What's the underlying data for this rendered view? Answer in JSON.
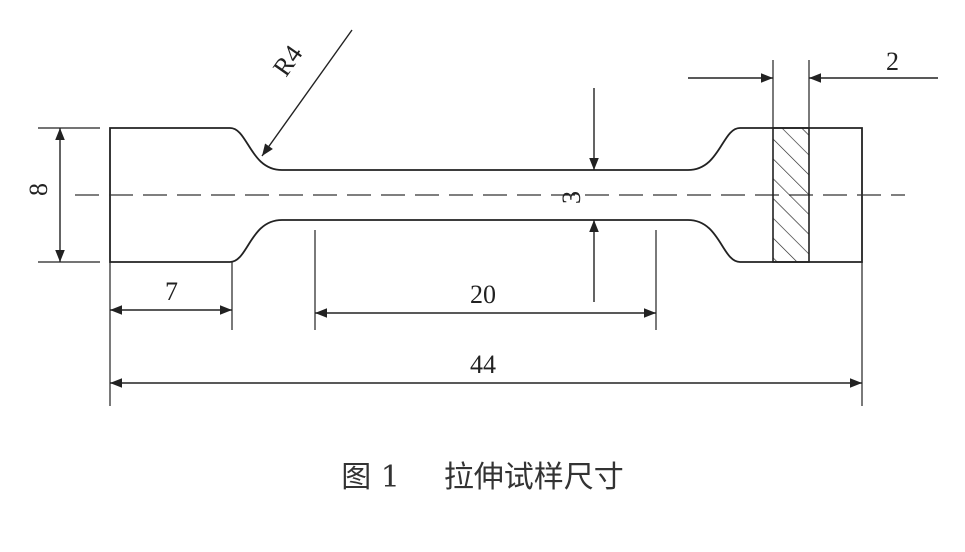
{
  "dimensions": {
    "radius": "R4",
    "thickness": "2",
    "height": "8",
    "gauge_width": "3",
    "grip_length": "7",
    "gauge_length": "20",
    "total_length": "44"
  },
  "caption": {
    "figure_number": "图 1",
    "title": "拉伸试样尺寸"
  },
  "colors": {
    "line": "#222222",
    "background": "#ffffff"
  }
}
